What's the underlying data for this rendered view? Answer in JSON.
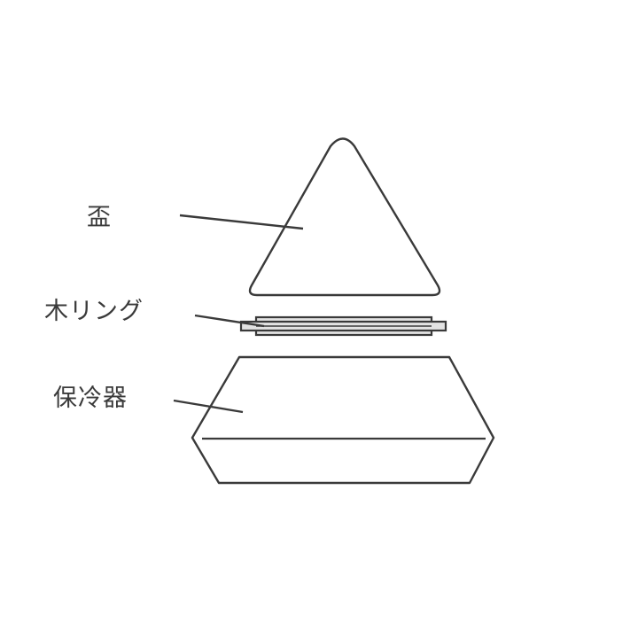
{
  "labels": {
    "cup": "盃",
    "wood_ring": "木リング",
    "cooler": "保冷器"
  },
  "colors": {
    "stroke": "#3a3a3a",
    "ring_fill": "#e3e3e3",
    "background": "#ffffff"
  }
}
